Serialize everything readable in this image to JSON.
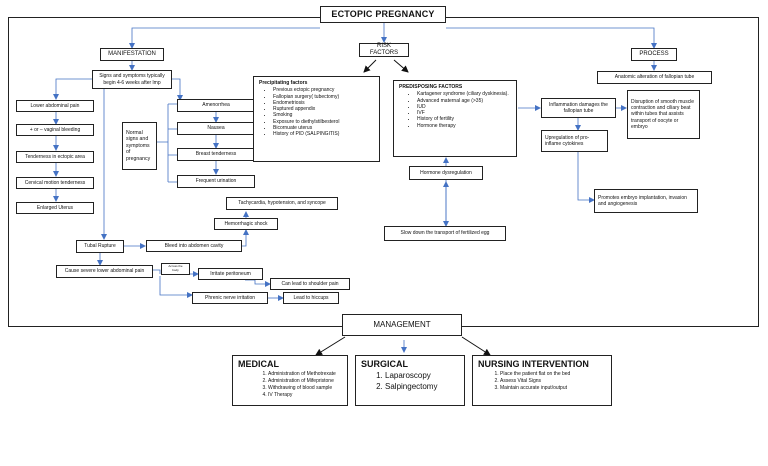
{
  "title": "ECTOPIC PREGNANCY",
  "sections": {
    "manifestation": "MANIFESTATION",
    "risk_factors": "RISK FACTORS",
    "process": "PROCESS",
    "management": "MANAGEMENT"
  },
  "manifestation": {
    "onset": "Signs and symptoms typically begin 4-6 weeks after lmp",
    "left_chain": [
      "Lower abdominal pain",
      "+ or – vaginal bleeding",
      "Tenderness in ectopic area",
      "Cervical motion tenderness",
      "Enlarged Uterus"
    ],
    "normal_signs_label": "Normal signs and symptoms of pregnancy",
    "normal_signs": [
      "Amenorrhea",
      "Nausea",
      "Breast tenderness",
      "Frequent urination"
    ],
    "tubal_rupture": "Tubal Rupture",
    "bleed": "Bleed into abdomen cavity",
    "shock": "Hemorrhagic shock",
    "tachy": "Tachycardia, hypotension, and syncope",
    "severe_pain": "Cause severe lower abdominal pain",
    "small_note": "Across the body",
    "peritoneum": "Irritate peritoneum",
    "shoulder": "Can lead to shoulder pain",
    "phrenic": "Phrenic nerve irritation",
    "hiccups": "Lead to hiccups"
  },
  "precipitating": {
    "title": "Precipitating factors",
    "items": [
      "Previous ectopic pregnancy",
      "Fallopian surgery( tubectomy)",
      "Endometriosis",
      "Ruptured appendix",
      "Smoking",
      "Exposure to diethylstilbesterol",
      "Bicornuate uterus",
      "History of PID (SALPINGITIS)"
    ]
  },
  "predisposing": {
    "title": "PREDISPOSING FACTORS",
    "items": [
      "Kartagener syndrome (ciliary dyskinesia).",
      "Advanced maternal age (>35)",
      "IUD",
      "IVF",
      "History of fertility",
      "Hormone therapy"
    ]
  },
  "hormone_dysreg": "Hormone dysregulation",
  "slow_down": "Slow down the transport of fertilized egg",
  "process": {
    "alteration": "Anatomic alteration of fallopian tube",
    "inflammation": "Inflammation damages the fallopian tube",
    "disruption": "Disruption of smooth muscle contraction and ciliary beat within tubes that assists transport of oocyte or embryo",
    "upregulation": "Upregulation of pro-inflame cytokines",
    "promotes": "Promotes embryo implantation, invasion and angiogenesis"
  },
  "medical": {
    "title": "MEDICAL",
    "items": [
      "Administration of Methotrexate",
      "Administration of Mifepristone",
      "Withdrawing of blood sample",
      "IV Therapy"
    ]
  },
  "surgical": {
    "title": "SURGICAL",
    "items": [
      "Laparoscopy",
      "Salpingectomy"
    ]
  },
  "nursing": {
    "title": "NURSING INTERVENTION",
    "items": [
      "Place the patient flat on the bed",
      "Assess Vital Signs",
      "Maintain accurate input/output"
    ]
  },
  "colors": {
    "arrow": "#4472c4",
    "border": "#222222"
  }
}
